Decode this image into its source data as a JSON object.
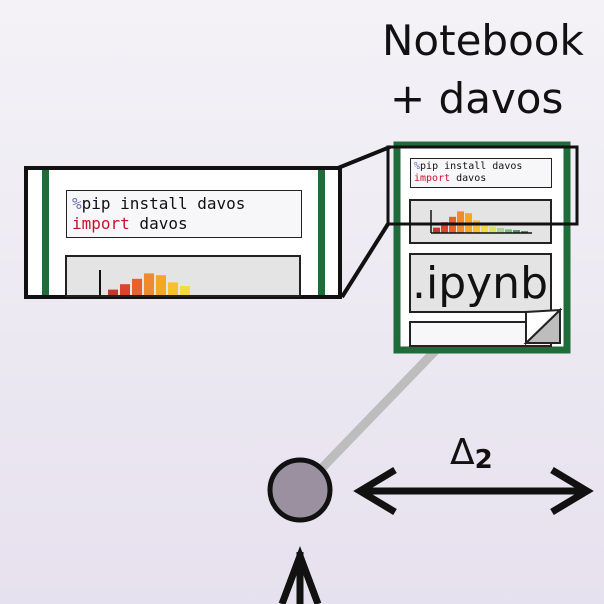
{
  "title": {
    "line1": "Notebook",
    "line2": "+ davos"
  },
  "code": {
    "percent": "%",
    "line1_rest": "pip install davos",
    "keyword": "import",
    "line2_rest": " davos"
  },
  "file_ext": ".ipynb",
  "delta": {
    "symbol": "Δ",
    "subscript": "2"
  },
  "colors": {
    "frame_green": "#1f6b3a",
    "keyword_red": "#c8102e",
    "percent_purple": "#6b6fb5",
    "node_fill": "#9a909f",
    "connector_gray": "#bdbdbd"
  },
  "histogram": {
    "values": [
      0.15,
      0.3,
      0.45,
      0.6,
      0.55,
      0.35,
      0.25,
      0.18,
      0.14,
      0.1,
      0.08,
      0.05
    ],
    "colors": [
      "#c0392b",
      "#d9452b",
      "#e8612c",
      "#f08a2e",
      "#f5a623",
      "#f7c12e",
      "#f4dc3a",
      "#d9e36a",
      "#a8d48c",
      "#6fbf73",
      "#3f9a55",
      "#2e7d46"
    ]
  }
}
